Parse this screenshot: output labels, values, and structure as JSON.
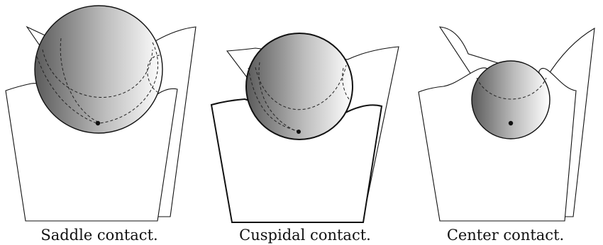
{
  "panels": [
    {
      "caption": "Saddle contact."
    },
    {
      "caption": "Cuspidal contact."
    },
    {
      "caption": "Center contact."
    }
  ],
  "colors": {
    "stroke": "#111111",
    "sphere_dark": "#5a5a5a",
    "sphere_light": "#ffffff",
    "background": "#ffffff"
  }
}
